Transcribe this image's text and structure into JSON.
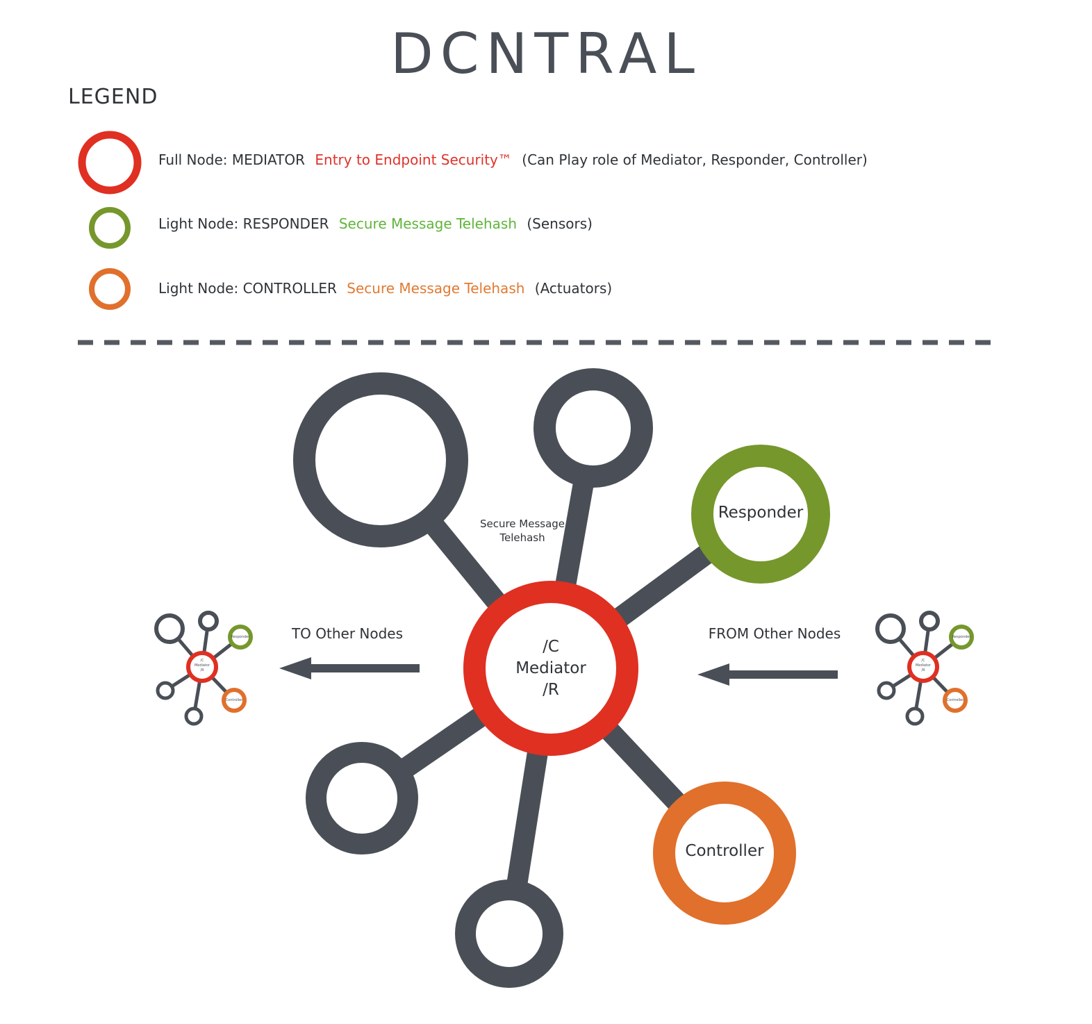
{
  "brand": {
    "name": "DCNTRAL"
  },
  "legend": {
    "title": "LEGEND",
    "items": [
      {
        "prefix": "Full Node: MEDIATOR",
        "highlight": "Entry to Endpoint Security™",
        "suffix": "(Can Play role of Mediator, Responder, Controller)",
        "color": "#e0322a"
      },
      {
        "prefix": "Light Node: RESPONDER",
        "highlight": "Secure Message Telehash",
        "suffix": "(Sensors)",
        "color": "#7a9a2e"
      },
      {
        "prefix": "Light Node: CONTROLLER",
        "highlight": "Secure Message Telehash",
        "suffix": "(Actuators)",
        "color": "#e07a32"
      }
    ]
  },
  "diagram": {
    "center": {
      "line1": "/C",
      "line2": "Mediator",
      "line3": "/R"
    },
    "responder_label": "Responder",
    "controller_label": "Controller",
    "link_label": {
      "line1": "Secure Message",
      "line2": "Telehash"
    },
    "to_label": "TO Other Nodes",
    "from_label": "FROM Other Nodes",
    "mini": {
      "center_line1": "/C",
      "center_line2": "Mediator",
      "center_line3": "/R",
      "responder": "Responder",
      "controller": "Controller"
    }
  },
  "colors": {
    "mediator": "#df3022",
    "responder": "#76972c",
    "controller": "#e0702c",
    "node": "#4a4f57",
    "line": "#4a4f57"
  }
}
